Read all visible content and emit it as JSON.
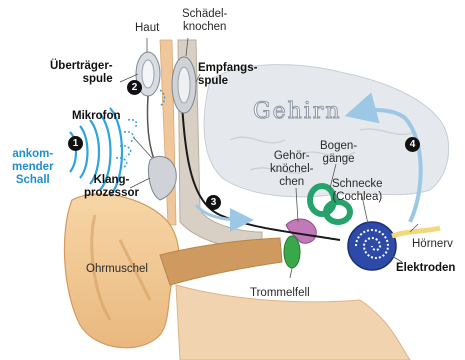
{
  "labels": {
    "haut": "Haut",
    "schaedelknochen": "Schädel-\nknochen",
    "uebertraegerspule": "Überträger-\nspule",
    "empfangsspule": "Empfangs-\nspule",
    "mikrofon": "Mikrofon",
    "ankommender_schall": "ankom-\nmender\nSchall",
    "klangprozessor": "Klang-\nprozessor",
    "gehirn": "Gehirn",
    "gehoerknoechelchen": "Gehör-\nknöchel-\nchen",
    "bogengaenge": "Bogen-\ngänge",
    "schnecke": "Schnecke\n(Cochlea)",
    "hoernerv": "Hörnerv",
    "elektroden": "Elektroden",
    "ohrmuschel": "Ohrmuschel",
    "trommelfell": "Trommelfell"
  },
  "steps": [
    "1",
    "2",
    "3",
    "4"
  ],
  "colors": {
    "sound_waves": "#2ea3dc",
    "skin": "#f3c58a",
    "ear_canal": "#cf9a5f",
    "bone": "#d8d0c4",
    "brain": "#e5e8ec",
    "ossicles": "#c279b8",
    "semicircular_canals": "#25a36a",
    "cochlea": "#2d4aa8",
    "eardrum": "#38a84b",
    "arrow": "#9cc8e6"
  }
}
